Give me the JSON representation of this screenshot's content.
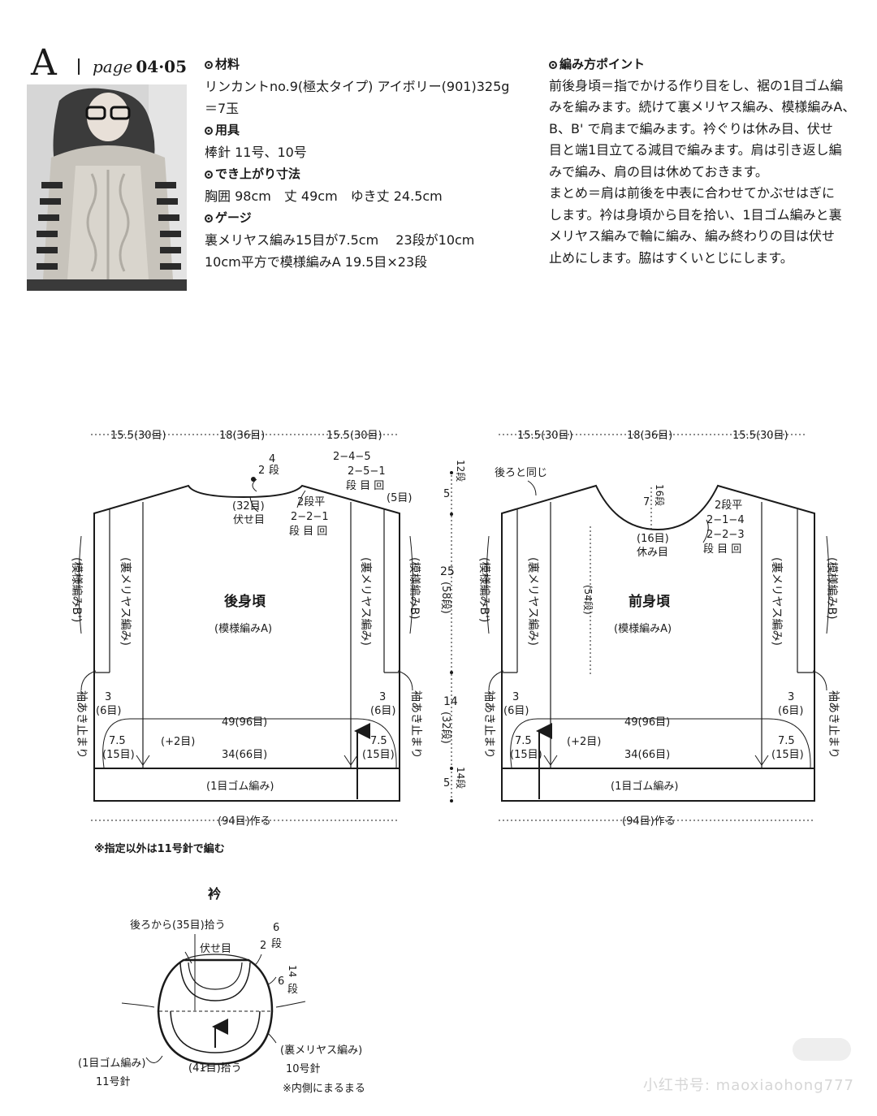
{
  "header": {
    "letter": "A",
    "page_prefix": "page",
    "page_number": "04·05"
  },
  "materials": {
    "title": "材料",
    "line1": "リンカントno.9(極太タイプ) アイボリー(901)325g",
    "line2": "＝7玉"
  },
  "tools": {
    "title": "用具",
    "line1": "棒針 11号、10号"
  },
  "size": {
    "title": "でき上がり寸法",
    "line1": "胸囲 98cm　丈 49cm　ゆき丈 24.5cm"
  },
  "gauge": {
    "title": "ゲージ",
    "line1": "裏メリヤス編み15目が7.5cm　 23段が10cm",
    "line2": "10cm平方で模様編みA 19.5目×23段"
  },
  "points": {
    "title": "編み方ポイント",
    "lines": [
      "前後身頃＝指でかける作り目をし、裾の1目ゴム編",
      "みを編みます。続けて裏メリヤス編み、模様編みA、",
      "B、B' で肩まで編みます。衿ぐりは休み目、伏せ",
      "目と端1目立てる減目で編みます。肩は引き返し編",
      "みで編み、肩の目は休めておきます。",
      "まとめ＝肩は前後を中表に合わせてかぶせはぎに",
      "します。衿は身頃から目を拾い、1目ゴム編みと裏",
      "メリヤス編みで輪に編み、編み終わりの目は伏せ",
      "止めにします。脇はすくいとじにします。"
    ]
  },
  "back": {
    "top_left": "15.5(30目)",
    "top_mid": "18(36目)",
    "top_right": "15.5(30目)",
    "neck_rows_num": "2",
    "neck_rows_val": "4",
    "neck_rows_unit": "段",
    "neck_bindoff_a": "(32目)",
    "neck_bindoff_b": "伏せ目",
    "neck_dec_a": "2段平",
    "neck_dec_b": "2−2−1",
    "neck_dec_c": "段 目 回",
    "shoulder_a": "2−4−5",
    "shoulder_b": "2−5−1",
    "shoulder_c": "段 目 回",
    "shoulder_d": "(5目)",
    "title": "後身頃",
    "subtitle": "(模様編みA)",
    "left_outer": "(模様編みB')",
    "left_inner": "(裏メリヤス編み)",
    "right_inner": "(裏メリヤス編み)",
    "right_outer": "(模様編みB)",
    "slit_cm": "3",
    "slit_sts": "(6目)",
    "wide": "49(96目)",
    "narrow": "34(66目)",
    "inc": "(+2目)",
    "side_cm": "7.5",
    "side_sts": "(15目)",
    "rib": "(1目ゴム編み)",
    "cast_on": "(94目)作る",
    "slit_label": "袖あき止まり"
  },
  "vertical_dims": {
    "shoulder_cm": "5",
    "shoulder_rows": "12段",
    "body_cm": "25",
    "body_rows": "(58段)",
    "lower_cm": "14",
    "lower_rows": "(32段)",
    "rib_cm": "5",
    "rib_rows": "14段"
  },
  "front": {
    "top_left": "15.5(30目)",
    "top_mid": "18(36目)",
    "top_right": "15.5(30目)",
    "same_as_back": "後ろと同じ",
    "neck_cm": "7",
    "neck_rows": "16段",
    "neck_hold_a": "(16目)",
    "neck_hold_b": "休み目",
    "neck_dec_a": "2段平",
    "neck_dec_b": "2−1−4",
    "neck_dec_c": "2−2−3",
    "neck_dec_d": "段 目 回",
    "rows54": "(54段)",
    "title": "前身頃",
    "subtitle": "(模様編みA)",
    "left_outer": "(模様編みB')",
    "left_inner": "(裏メリヤス編み)",
    "right_inner": "(裏メリヤス編み)",
    "right_outer": "(模様編みB)",
    "slit_cm": "3",
    "slit_sts": "(6目)",
    "wide": "49(96目)",
    "narrow": "34(66目)",
    "inc": "(+2目)",
    "side_cm": "7.5",
    "side_sts": "(15目)",
    "rib": "(1目ゴム編み)",
    "cast_on": "(94目)作る",
    "slit_label": "袖あき止まり"
  },
  "note": "※指定以外は11号針で編む",
  "collar": {
    "title": "衿",
    "pickup_back": "後ろから(35目)拾う",
    "bindoff": "伏せ目",
    "rows_top_num": "2",
    "rows_top_val": "6",
    "rows_top_unit": "段",
    "rows_mid_num": "6",
    "rows_mid_val": "14",
    "rows_mid_unit": "段",
    "rib": "(1目ゴム編み)",
    "rib_needle": "11号針",
    "pickup_front": "(41目)拾う",
    "stockinette": "(裏メリヤス編み)",
    "stock_needle": "10号針",
    "curl_note": "※内側にまるまる"
  },
  "watermark": "小红书号: maoxiaohong777"
}
